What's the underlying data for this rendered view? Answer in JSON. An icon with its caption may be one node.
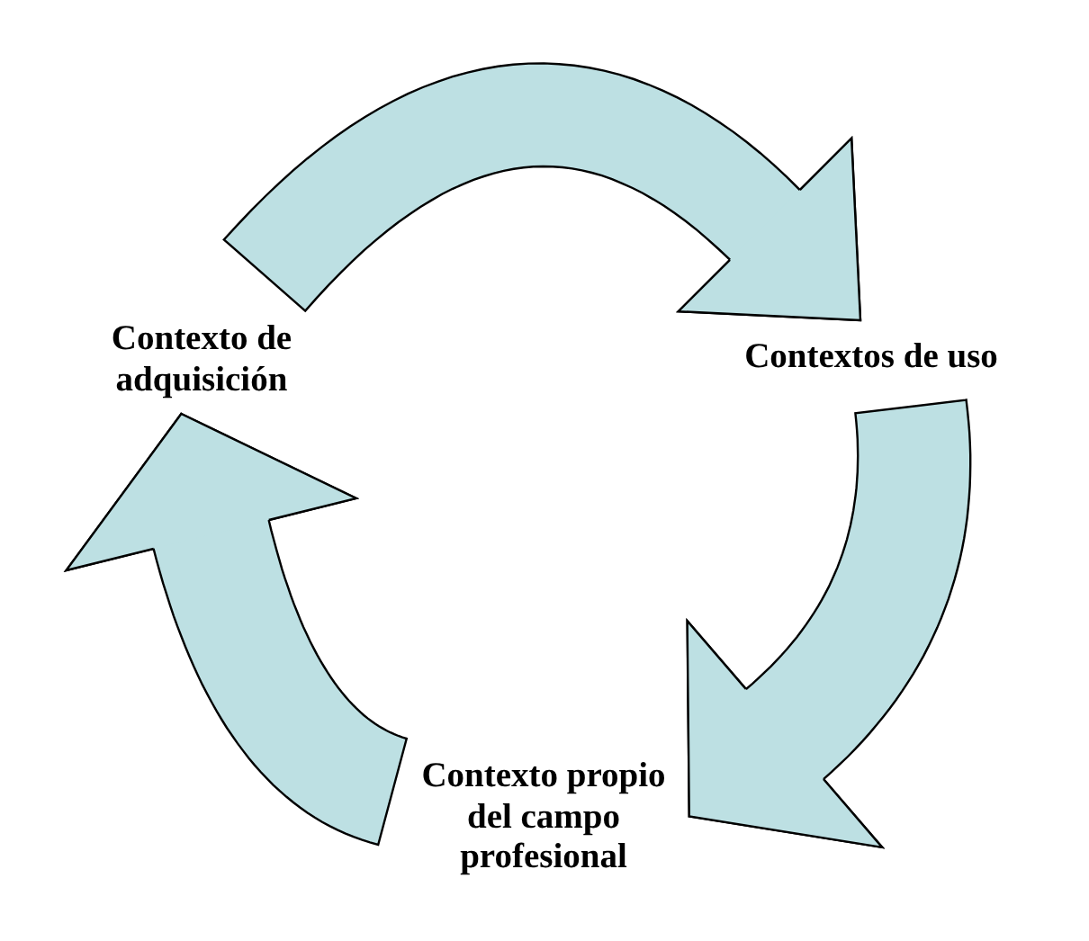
{
  "diagram": {
    "nodes": [
      {
        "text": [
          "Contexto de adquisición"
        ]
      },
      {
        "text": [
          "Contextos de uso"
        ]
      },
      {
        "text": [
          "Contexto propio del campo profesional"
        ]
      }
    ],
    "edges": [
      {
        "from": 0,
        "to": 1,
        "arrow": "to"
      },
      {
        "from": 1,
        "to": 2,
        "arrow": "to"
      },
      {
        "from": 2,
        "to": 0,
        "arrow": "to"
      }
    ]
  }
}
